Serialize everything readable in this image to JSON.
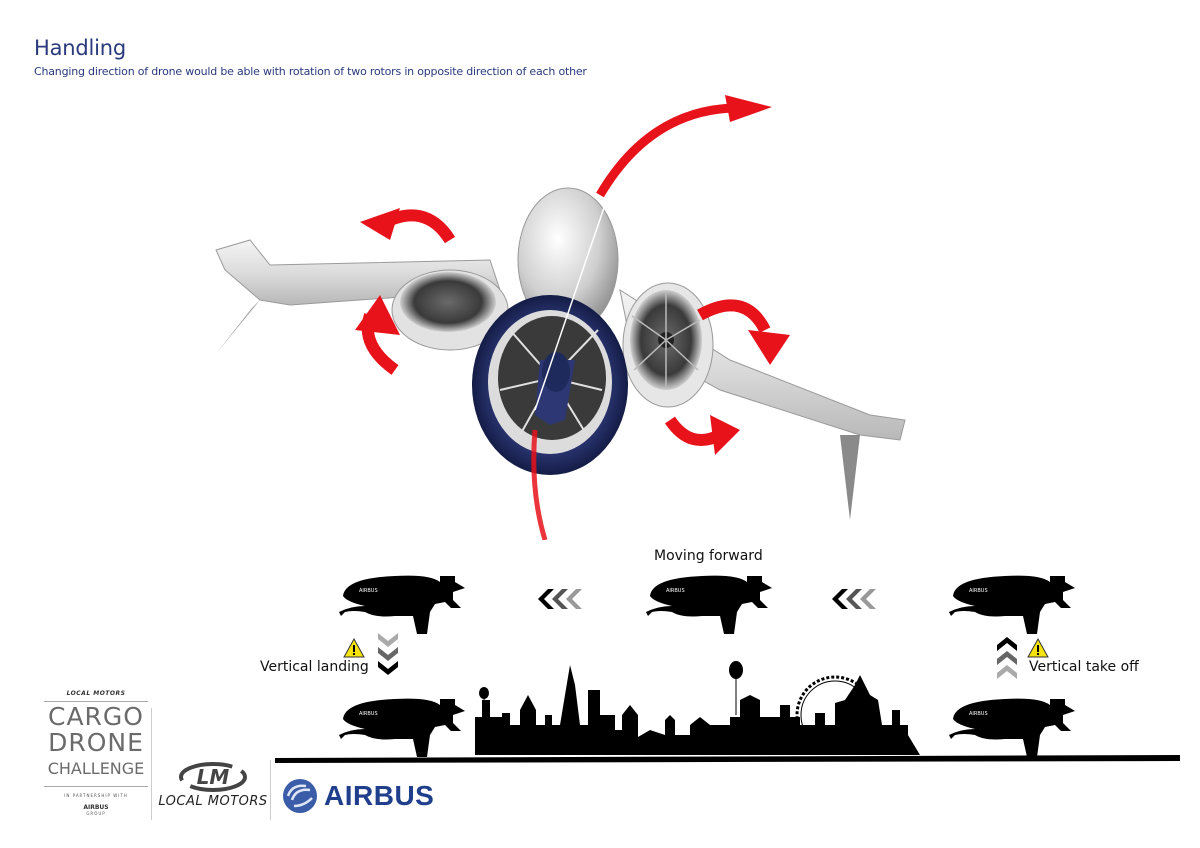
{
  "header": {
    "title": "Handling",
    "subtitle": "Changing direction of drone would be able with rotation of two rotors in opposite direction of each other"
  },
  "diagram": {
    "colors": {
      "title": "#2a3a7c",
      "rotation_arrow": "#e8121a",
      "drone_body": "#d9d9d9",
      "drone_rotor_ring": "#1f2a5c",
      "silhouette": "#000000",
      "warning": "#f4e20a"
    },
    "rotation_arrows": [
      {
        "name": "yaw-arrow-top",
        "direction": "clockwise-up-right"
      },
      {
        "name": "left-rotor-rotation",
        "direction": "up"
      },
      {
        "name": "right-rotor-rotation",
        "direction": "down"
      },
      {
        "name": "bottom-rotation",
        "direction": "right"
      }
    ],
    "flight_sequence": {
      "moving_forward_label": "Moving forward",
      "vertical_landing_label": "Vertical landing",
      "vertical_takeoff_label": "Vertical take off",
      "drone_silhouette_text": "AIRBUS",
      "icons": {
        "warning": "warning-triangle-icon",
        "chevrons_left": "chevron-left-triple-icon",
        "chevrons_down": "chevron-down-triple-icon",
        "chevrons_up": "chevron-up-triple-icon"
      }
    },
    "skyline": "London skyline silhouette"
  },
  "logos": {
    "cargo_drone": {
      "top": "LOCAL MOTORS",
      "line1": "CARGO",
      "line2": "DRONE",
      "line3": "CHALLENGE",
      "partnership": "IN PARTNERSHIP WITH",
      "partner": "AIRBUS",
      "partner_sub": "GROUP"
    },
    "local_motors": {
      "mark": "LM",
      "text": "LOCAL MOTORS"
    },
    "airbus": {
      "text": "AIRBUS"
    }
  }
}
